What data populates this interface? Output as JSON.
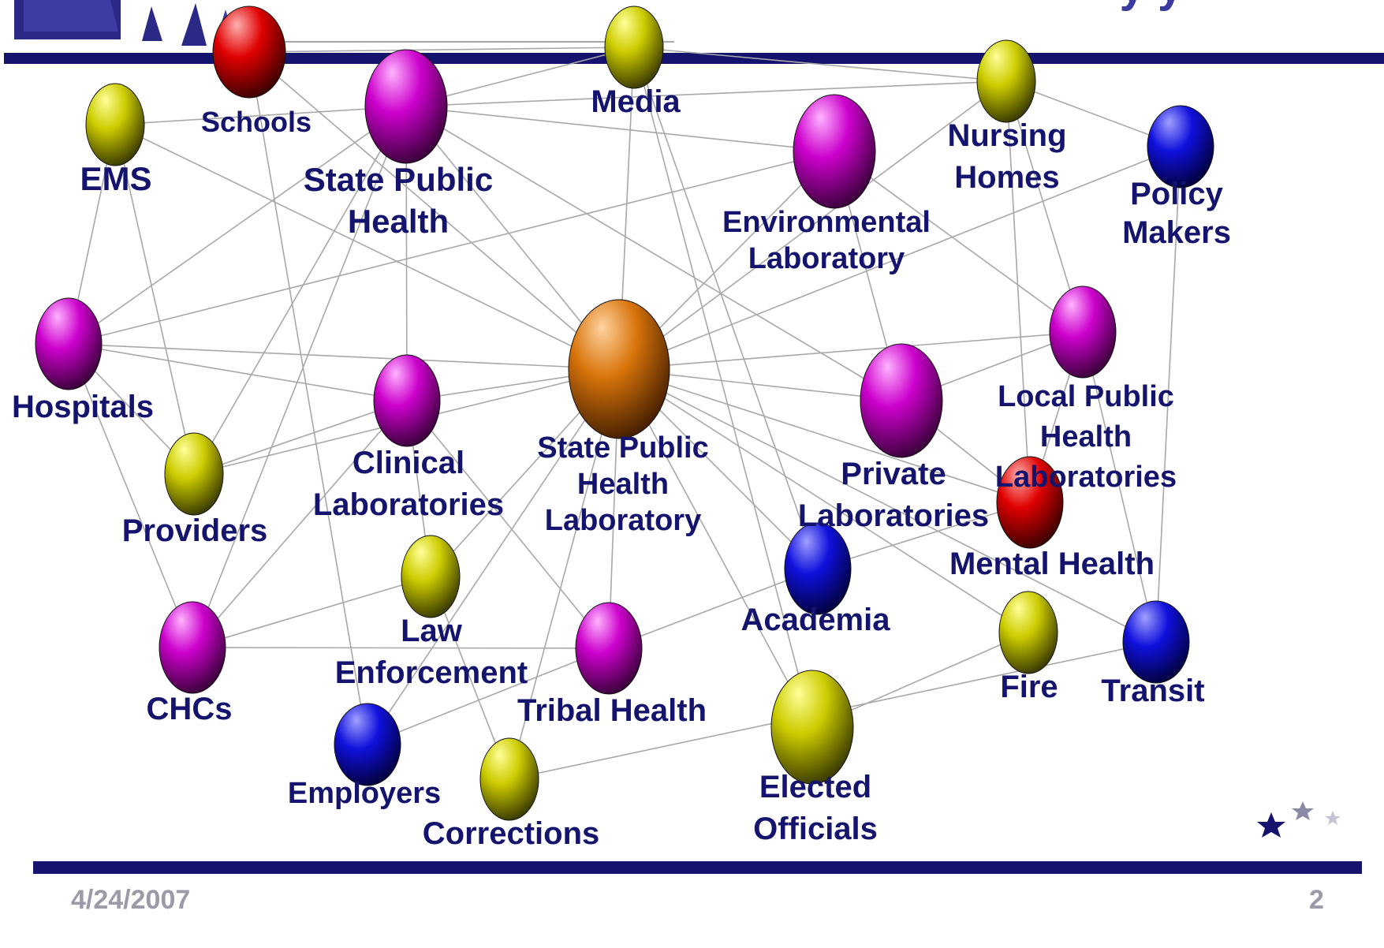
{
  "slide": {
    "date": "4/24/2007",
    "page_number": "2",
    "title_fragment": "y y"
  },
  "colors": {
    "bar": "#14146e",
    "label": "#14146e",
    "edge": "#a8a8a8",
    "footer_text": "#9a9aa8",
    "node_palette": {
      "orange": [
        "#ffd3a0",
        "#d8740a",
        "#3a1800"
      ],
      "magenta": [
        "#ffb4ff",
        "#cc00cc",
        "#2e002e"
      ],
      "yellow": [
        "#ffff9a",
        "#cccc00",
        "#2e2e00"
      ],
      "red": [
        "#ffb0b0",
        "#e00000",
        "#2e0000"
      ],
      "blue": [
        "#a0a0ff",
        "#1010dd",
        "#000030"
      ]
    }
  },
  "network": {
    "nodes": [
      {
        "id": "sphl",
        "label": [
          "State Public",
          "Health",
          "Laboratory"
        ],
        "color": "orange"
      },
      {
        "id": "schools",
        "label": [
          "Schools"
        ],
        "color": "red"
      },
      {
        "id": "media",
        "label": [
          "Media"
        ],
        "color": "yellow"
      },
      {
        "id": "nursing",
        "label": [
          "Nursing",
          "Homes"
        ],
        "color": "yellow"
      },
      {
        "id": "ems",
        "label": [
          "EMS"
        ],
        "color": "yellow"
      },
      {
        "id": "sph",
        "label": [
          "State Public",
          "Health"
        ],
        "color": "magenta"
      },
      {
        "id": "envlab",
        "label": [
          "Environmental",
          "Laboratory"
        ],
        "color": "magenta"
      },
      {
        "id": "policy",
        "label": [
          "Policy",
          "Makers"
        ],
        "color": "blue"
      },
      {
        "id": "hospitals",
        "label": [
          "Hospitals"
        ],
        "color": "magenta"
      },
      {
        "id": "lphl",
        "label": [
          "Local Public",
          "Health",
          "Laboratories"
        ],
        "color": "magenta"
      },
      {
        "id": "clinical",
        "label": [
          "Clinical",
          "Laboratories"
        ],
        "color": "magenta"
      },
      {
        "id": "private",
        "label": [
          "Private",
          "Laboratories"
        ],
        "color": "magenta"
      },
      {
        "id": "providers",
        "label": [
          "Providers"
        ],
        "color": "yellow"
      },
      {
        "id": "mental",
        "label": [
          "Mental Health"
        ],
        "color": "red"
      },
      {
        "id": "law",
        "label": [
          "Law",
          "Enforcement"
        ],
        "color": "yellow"
      },
      {
        "id": "academia",
        "label": [
          "Academia"
        ],
        "color": "blue"
      },
      {
        "id": "chcs",
        "label": [
          "CHCs"
        ],
        "color": "magenta"
      },
      {
        "id": "tribal",
        "label": [
          "Tribal Health"
        ],
        "color": "magenta"
      },
      {
        "id": "fire",
        "label": [
          "Fire"
        ],
        "color": "yellow"
      },
      {
        "id": "transit",
        "label": [
          "Transit"
        ],
        "color": "blue"
      },
      {
        "id": "employers",
        "label": [
          "Employers"
        ],
        "color": "blue"
      },
      {
        "id": "corrections",
        "label": [
          "Corrections"
        ],
        "color": "yellow"
      },
      {
        "id": "elected",
        "label": [
          "Elected",
          "Officials"
        ],
        "color": "yellow"
      }
    ],
    "edges": [
      [
        "sphl",
        "hospitals"
      ],
      [
        "sphl",
        "clinical"
      ],
      [
        "sphl",
        "sph"
      ],
      [
        "sphl",
        "media"
      ],
      [
        "sphl",
        "envlab"
      ],
      [
        "sphl",
        "private"
      ],
      [
        "sphl",
        "lphl"
      ],
      [
        "sphl",
        "providers"
      ],
      [
        "sphl",
        "law"
      ],
      [
        "sphl",
        "academia"
      ],
      [
        "sphl",
        "tribal"
      ],
      [
        "sphl",
        "employers"
      ],
      [
        "sphl",
        "corrections"
      ],
      [
        "sphl",
        "elected"
      ],
      [
        "sphl",
        "mental"
      ],
      [
        "sphl",
        "transit"
      ],
      [
        "sphl",
        "fire"
      ],
      [
        "sphl",
        "ems"
      ],
      [
        "sphl",
        "schools"
      ],
      [
        "sphl",
        "policy"
      ],
      [
        "sphl",
        "nursing"
      ],
      [
        "schools",
        "media"
      ],
      [
        "schools",
        "employers"
      ],
      [
        "ems",
        "sph"
      ],
      [
        "ems",
        "hospitals"
      ],
      [
        "ems",
        "providers"
      ],
      [
        "sph",
        "media"
      ],
      [
        "sph",
        "envlab"
      ],
      [
        "sph",
        "nursing"
      ],
      [
        "sph",
        "clinical"
      ],
      [
        "sph",
        "providers"
      ],
      [
        "sph",
        "chcs"
      ],
      [
        "sph",
        "private"
      ],
      [
        "sph",
        "hospitals"
      ],
      [
        "media",
        "nursing"
      ],
      [
        "media",
        "academia"
      ],
      [
        "media",
        "elected"
      ],
      [
        "envlab",
        "hospitals"
      ],
      [
        "envlab",
        "lphl"
      ],
      [
        "envlab",
        "private"
      ],
      [
        "nursing",
        "policy"
      ],
      [
        "nursing",
        "lphl"
      ],
      [
        "nursing",
        "mental"
      ],
      [
        "hospitals",
        "clinical"
      ],
      [
        "hospitals",
        "providers"
      ],
      [
        "hospitals",
        "chcs"
      ],
      [
        "clinical",
        "providers"
      ],
      [
        "clinical",
        "chcs"
      ],
      [
        "clinical",
        "law"
      ],
      [
        "clinical",
        "tribal"
      ],
      [
        "private",
        "lphl"
      ],
      [
        "private",
        "mental"
      ],
      [
        "lphl",
        "transit"
      ],
      [
        "lphl",
        "mental"
      ],
      [
        "policy",
        "transit"
      ],
      [
        "chcs",
        "tribal"
      ],
      [
        "chcs",
        "law"
      ],
      [
        "law",
        "corrections"
      ],
      [
        "tribal",
        "employers"
      ],
      [
        "tribal",
        "academia"
      ],
      [
        "academia",
        "mental"
      ],
      [
        "fire",
        "elected"
      ],
      [
        "transit",
        "corrections"
      ]
    ]
  }
}
